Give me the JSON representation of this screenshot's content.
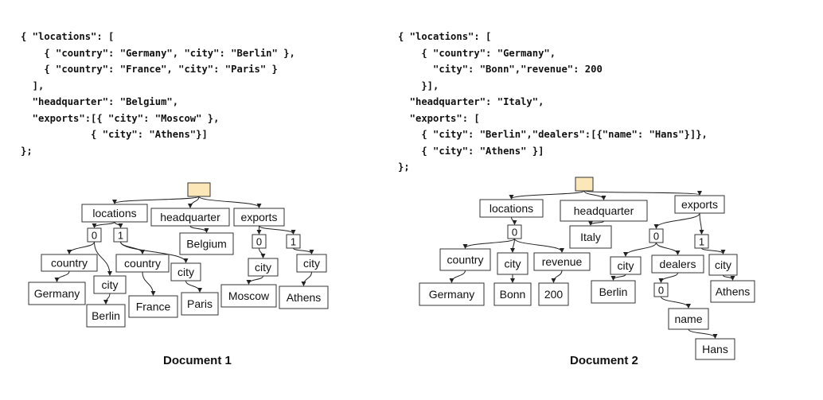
{
  "doc1": {
    "json_lines": [
      "{ \"locations\": [",
      "    { \"country\": \"Germany\", \"city\": \"Berlin\" },",
      "    { \"country\": \"France\", \"city\": \"Paris\" }",
      "  ],",
      "  \"headquarter\": \"Belgium\",",
      "  \"exports\":[{ \"city\": \"Moscow\" },",
      "            { \"city\": \"Athens\"}]",
      "};"
    ],
    "caption": "Document 1",
    "tree": {
      "locations": "locations",
      "headquarter": "headquarter",
      "exports": "exports",
      "loc_0": "0",
      "loc_1": "1",
      "country_0": "country",
      "germany": "Germany",
      "city_0": "city",
      "berlin": "Berlin",
      "country_1": "country",
      "france": "France",
      "city_1": "city",
      "paris": "Paris",
      "belgium": "Belgium",
      "exp_0": "0",
      "exp_1": "1",
      "city_moscow": "city",
      "moscow": "Moscow",
      "city_athens": "city",
      "athens": "Athens"
    }
  },
  "doc2": {
    "json_lines": [
      "{ \"locations\": [",
      "    { \"country\": \"Germany\",",
      "      \"city\": \"Bonn\",\"revenue\": 200",
      "    }],",
      "  \"headquarter\": \"Italy\",",
      "  \"exports\": [",
      "    { \"city\": \"Berlin\",\"dealers\":[{\"name\": \"Hans\"}]},",
      "    { \"city\": \"Athens\" }]",
      "};"
    ],
    "caption": "Document 2",
    "tree": {
      "locations": "locations",
      "headquarter": "headquarter",
      "exports": "exports",
      "loc_0": "0",
      "country": "country",
      "germany": "Germany",
      "city": "city",
      "bonn": "Bonn",
      "revenue": "revenue",
      "revenue_value": "200",
      "italy": "Italy",
      "exp_0": "0",
      "exp_1": "1",
      "city_berlin": "city",
      "berlin": "Berlin",
      "dealers": "dealers",
      "dealer_0": "0",
      "name": "name",
      "hans": "Hans",
      "city_athens": "city",
      "athens": "Athens"
    }
  },
  "colors": {
    "root_fill": "#fbe7b8",
    "node_stroke": "#333333",
    "text": "#111111"
  }
}
